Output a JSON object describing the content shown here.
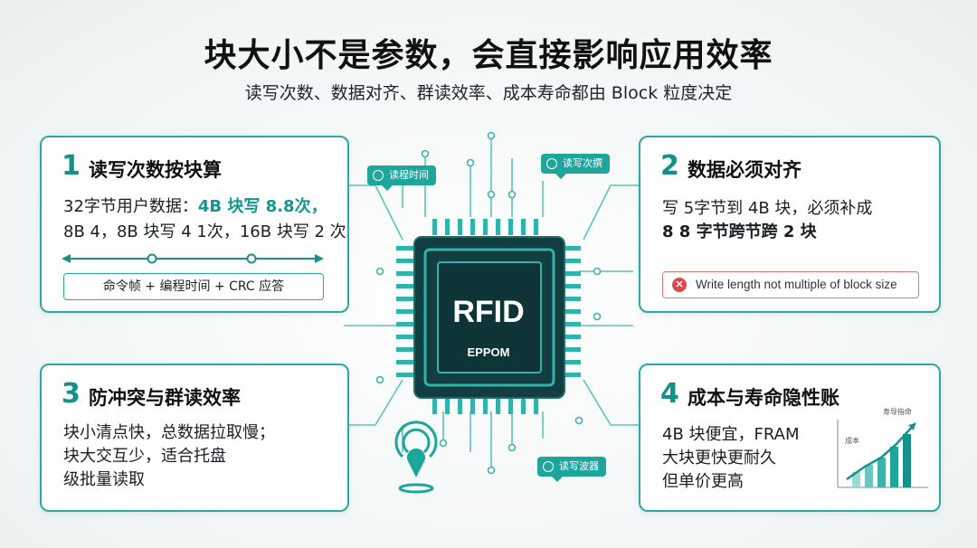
{
  "title": "块大小不是参数，会直接影响应用效率",
  "subtitle": "读写次数、数据对齐、群读效率、成本寿命都由 Block 粒度决定",
  "chip": {
    "main": "RFID",
    "sub": "EPPOM"
  },
  "tags": [
    "读程时间",
    "读写次撰",
    "读写波器"
  ],
  "cards": [
    {
      "num": "1",
      "heading": "读写次数按块算",
      "lines": [
        "32字节用户数据：",
        "4B 块写 8.8次，",
        "8B 4，8B 块写 4 1次，16B 块写 2 次"
      ],
      "box": "命令帧 + 编程时间 + CRC 应答"
    },
    {
      "num": "2",
      "heading": "数据必须对齐",
      "lines": [
        "写 5字节到 4B 块，必须补成",
        "8 8 字节跨节跨 2 块"
      ],
      "error": "Write length not multiple of block size"
    },
    {
      "num": "3",
      "heading": "防冲突与群读效率",
      "lines": [
        "块小清点快，总数据拉取慢；",
        "块大交互少，适合托盘",
        "级批量读取"
      ]
    },
    {
      "num": "4",
      "heading": "成本与寿命隐性账",
      "lines": [
        "4B 块便宜，FRAM",
        "大块更快更耐久",
        "但单价更高"
      ],
      "chart_labels": [
        "成本",
        "寿导指命"
      ]
    }
  ],
  "colors": {
    "accent": "#1ea59c",
    "chip_dark": "#0f3c40",
    "error": "#e0474c"
  },
  "icons": [
    "speech-bubble-icon",
    "nfc-location-icon",
    "first-aid-box-icon",
    "card-reader-icon",
    "bar-chart-icon"
  ]
}
